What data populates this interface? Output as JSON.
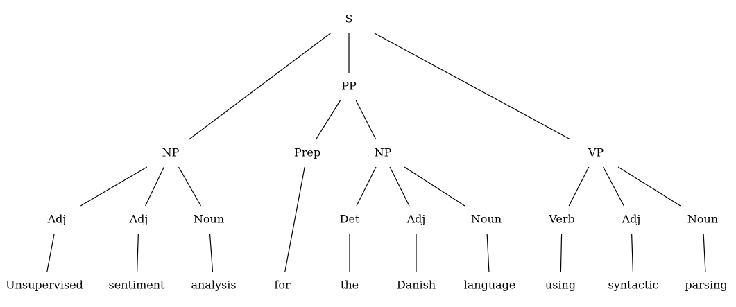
{
  "tree": {
    "nodes": [
      {
        "id": "s",
        "label": "S"
      },
      {
        "id": "np1",
        "label": "NP"
      },
      {
        "id": "pp",
        "label": "PP"
      },
      {
        "id": "vp",
        "label": "VP"
      },
      {
        "id": "prep",
        "label": "Prep"
      },
      {
        "id": "np2",
        "label": "NP"
      },
      {
        "id": "adj1",
        "label": "Adj"
      },
      {
        "id": "adj2",
        "label": "Adj"
      },
      {
        "id": "noun1",
        "label": "Noun"
      },
      {
        "id": "det",
        "label": "Det"
      },
      {
        "id": "adj3",
        "label": "Adj"
      },
      {
        "id": "noun2",
        "label": "Noun"
      },
      {
        "id": "verb",
        "label": "Verb"
      },
      {
        "id": "adj4",
        "label": "Adj"
      },
      {
        "id": "noun3",
        "label": "Noun"
      },
      {
        "id": "w1",
        "label": "Unsupervised"
      },
      {
        "id": "w2",
        "label": "sentiment"
      },
      {
        "id": "w3",
        "label": "analysis"
      },
      {
        "id": "w4",
        "label": "for"
      },
      {
        "id": "w5",
        "label": "the"
      },
      {
        "id": "w6",
        "label": "Danish"
      },
      {
        "id": "w7",
        "label": "language"
      },
      {
        "id": "w8",
        "label": "using"
      },
      {
        "id": "w9",
        "label": "syntactic"
      },
      {
        "id": "w10",
        "label": "parsing"
      }
    ],
    "edges": [
      [
        "s",
        "np1"
      ],
      [
        "s",
        "pp"
      ],
      [
        "s",
        "vp"
      ],
      [
        "pp",
        "prep"
      ],
      [
        "pp",
        "np2"
      ],
      [
        "np1",
        "adj1"
      ],
      [
        "np1",
        "adj2"
      ],
      [
        "np1",
        "noun1"
      ],
      [
        "np2",
        "det"
      ],
      [
        "np2",
        "adj3"
      ],
      [
        "np2",
        "noun2"
      ],
      [
        "vp",
        "verb"
      ],
      [
        "vp",
        "adj4"
      ],
      [
        "vp",
        "noun3"
      ],
      [
        "adj1",
        "w1"
      ],
      [
        "adj2",
        "w2"
      ],
      [
        "noun1",
        "w3"
      ],
      [
        "prep",
        "w4"
      ],
      [
        "det",
        "w5"
      ],
      [
        "adj3",
        "w6"
      ],
      [
        "noun2",
        "w7"
      ],
      [
        "verb",
        "w8"
      ],
      [
        "adj4",
        "w9"
      ],
      [
        "noun3",
        "w10"
      ]
    ]
  }
}
